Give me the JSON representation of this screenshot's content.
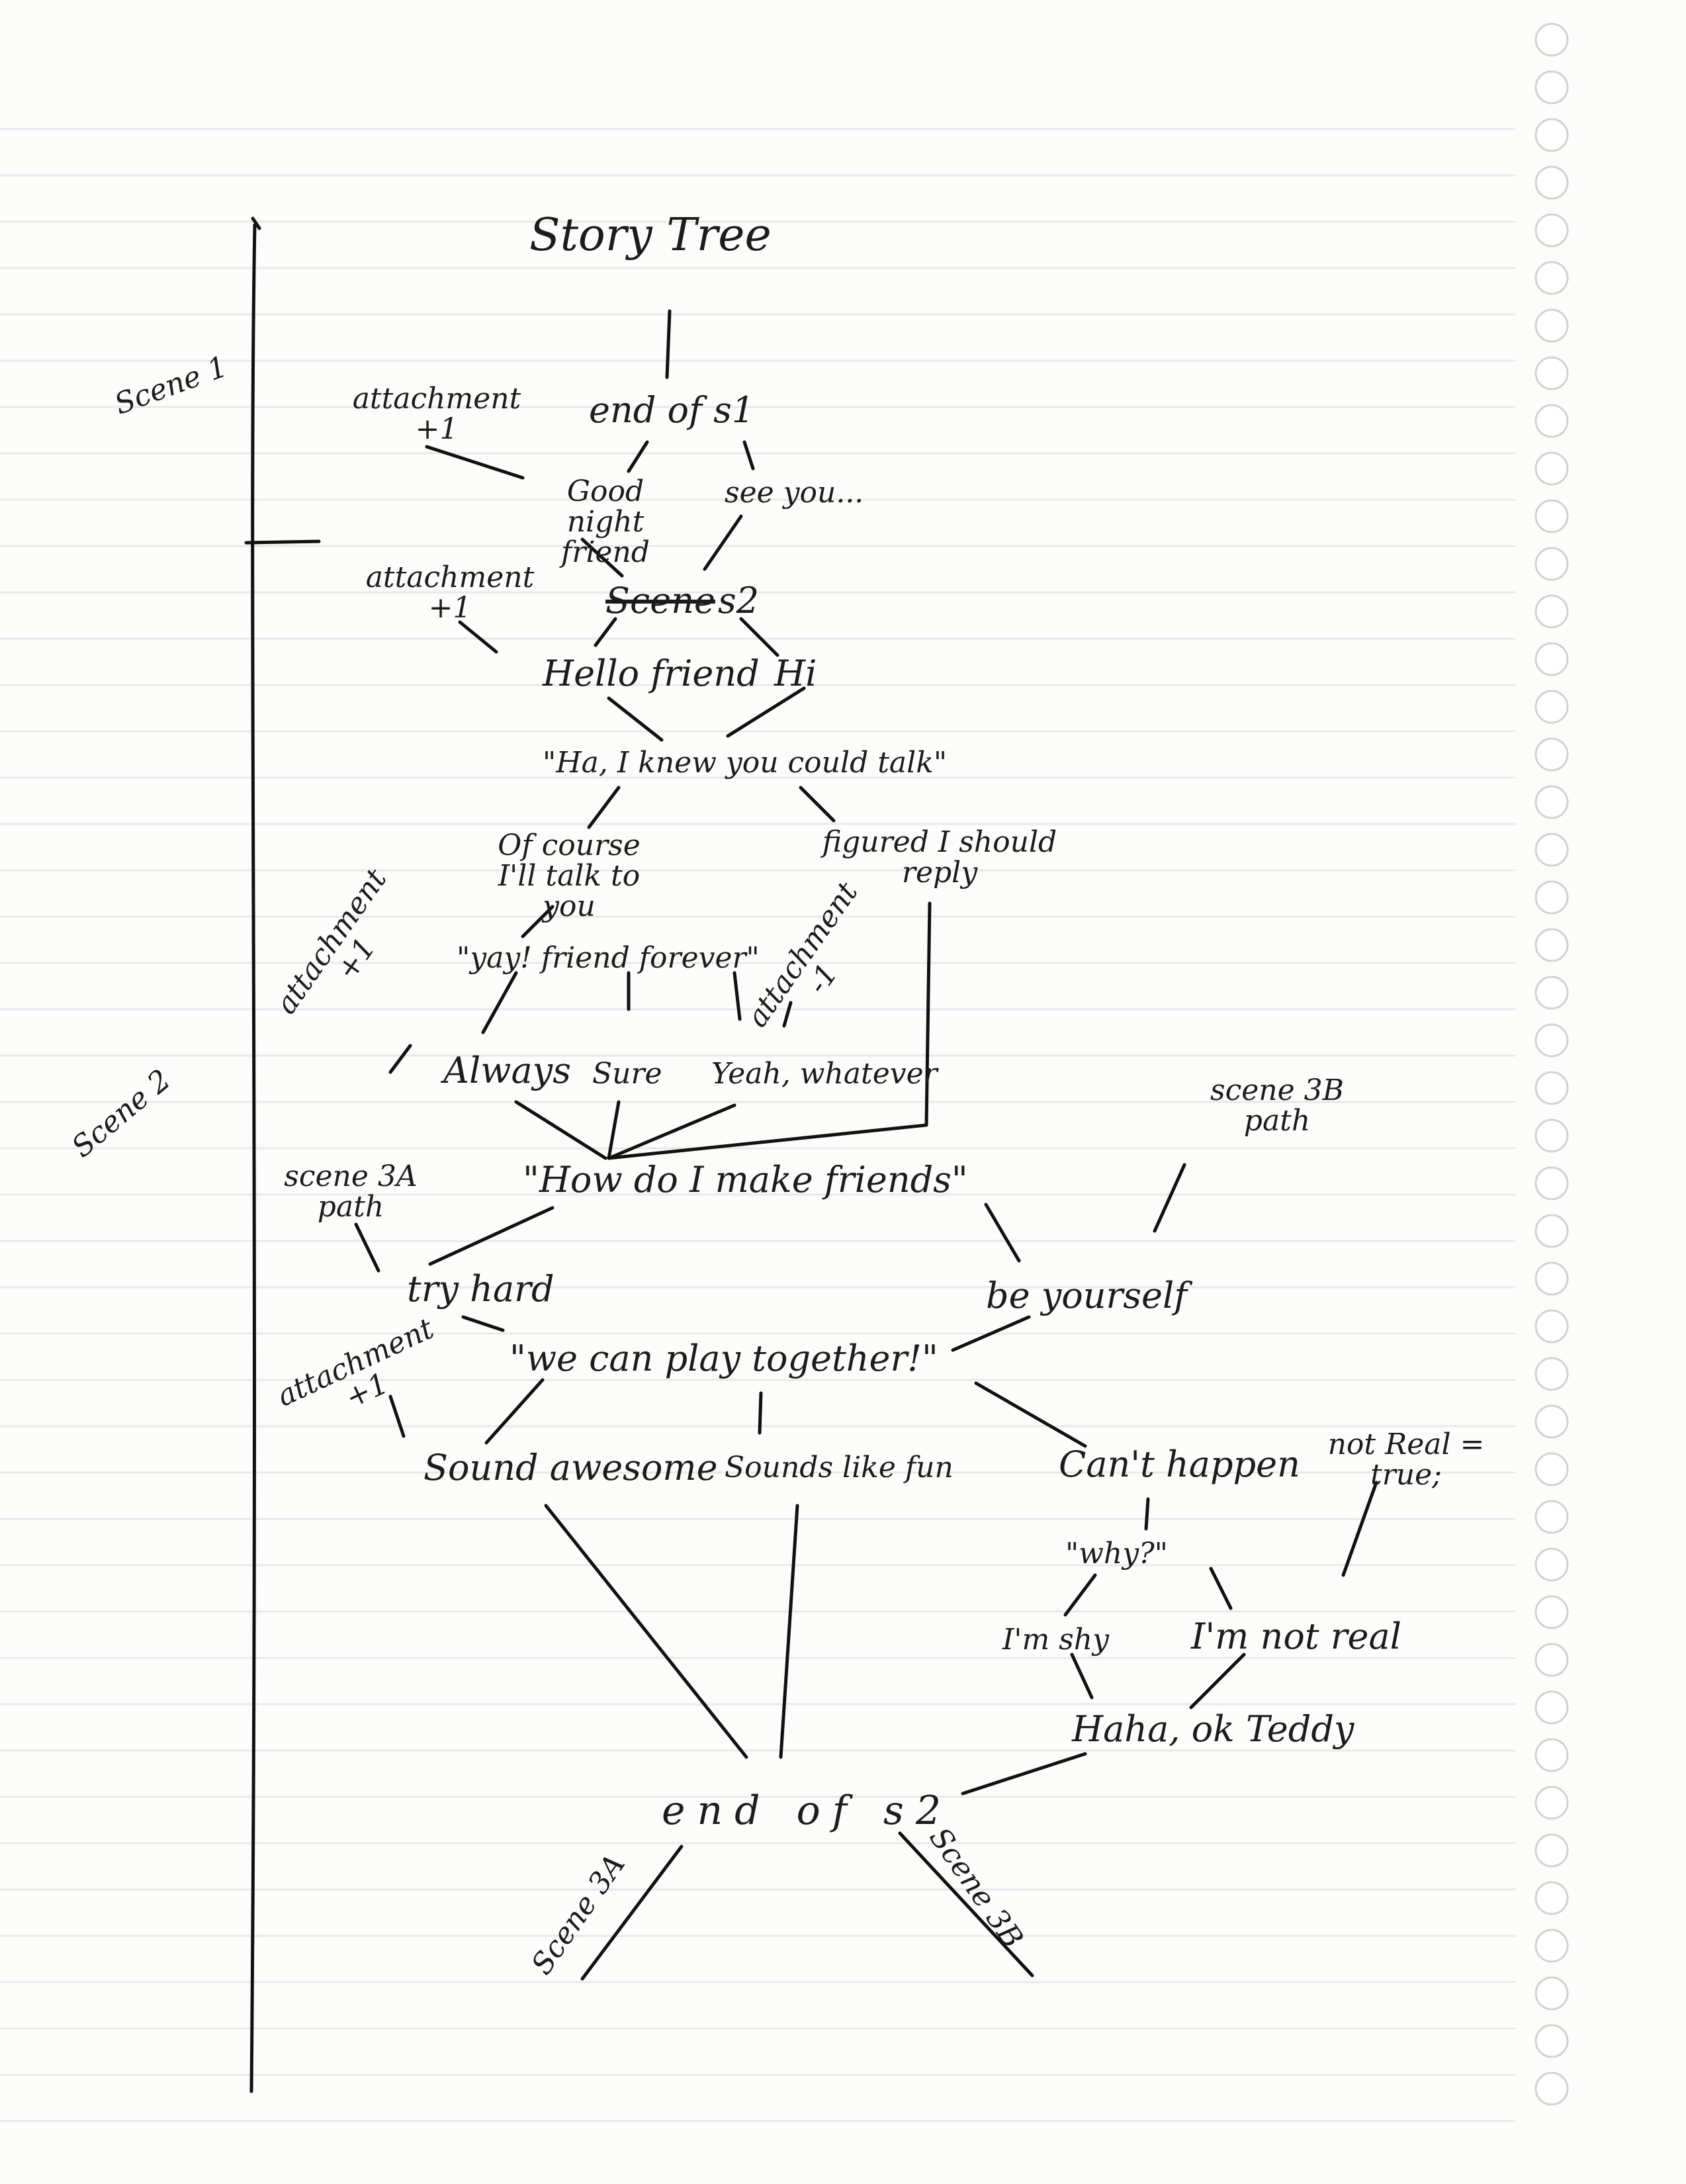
{
  "title": "Story Tree",
  "scene_labels": {
    "scene1": "Scene 1",
    "scene2": "Scene 2"
  },
  "nodes": {
    "end_s1": "end of s1",
    "good_night": "Good night friend",
    "see_you": "see you...",
    "crossed_scene": "Scene",
    "s2": "s2",
    "hello_friend": "Hello friend",
    "hi": "Hi",
    "knew_talk": "\"Ha, I knew you could talk\"",
    "of_course": "Of course I'll talk to you",
    "figured": "figured I should reply",
    "yay_friends": "\"yay! friend forever\"",
    "always": "Always",
    "sure": "Sure",
    "yeah_whatever": "Yeah, whatever",
    "make_friends": "\"How do I make friends\"",
    "try_hard": "try hard",
    "be_yourself": "be yourself",
    "play_together": "\"we can play together!\"",
    "sound_awesome": "Sound awesome",
    "sounds_fun": "Sounds like fun",
    "cant_happen": "Can't happen",
    "why": "\"why?\"",
    "im_shy": "I'm shy",
    "im_not_real": "I'm not real",
    "haha_teddy": "Haha, ok Teddy",
    "end_s2": "end of s2",
    "scene_3a": "Scene 3A",
    "scene_3b": "Scene 3B"
  },
  "annotations": {
    "att1": "attachment +1",
    "att2": "attachment +1",
    "att3": "attachment +1",
    "att4": "attachment -1",
    "att5": "attachment +1",
    "scene3a_path": "scene 3A path",
    "scene3b_path": "scene 3B path",
    "not_real": "not Real = true;"
  },
  "colors": {
    "ink": "#1c1c1c",
    "paper": "#fcfcfb",
    "rule_line": "#e6e9ee",
    "hole_ring": "#d2d2d2"
  }
}
